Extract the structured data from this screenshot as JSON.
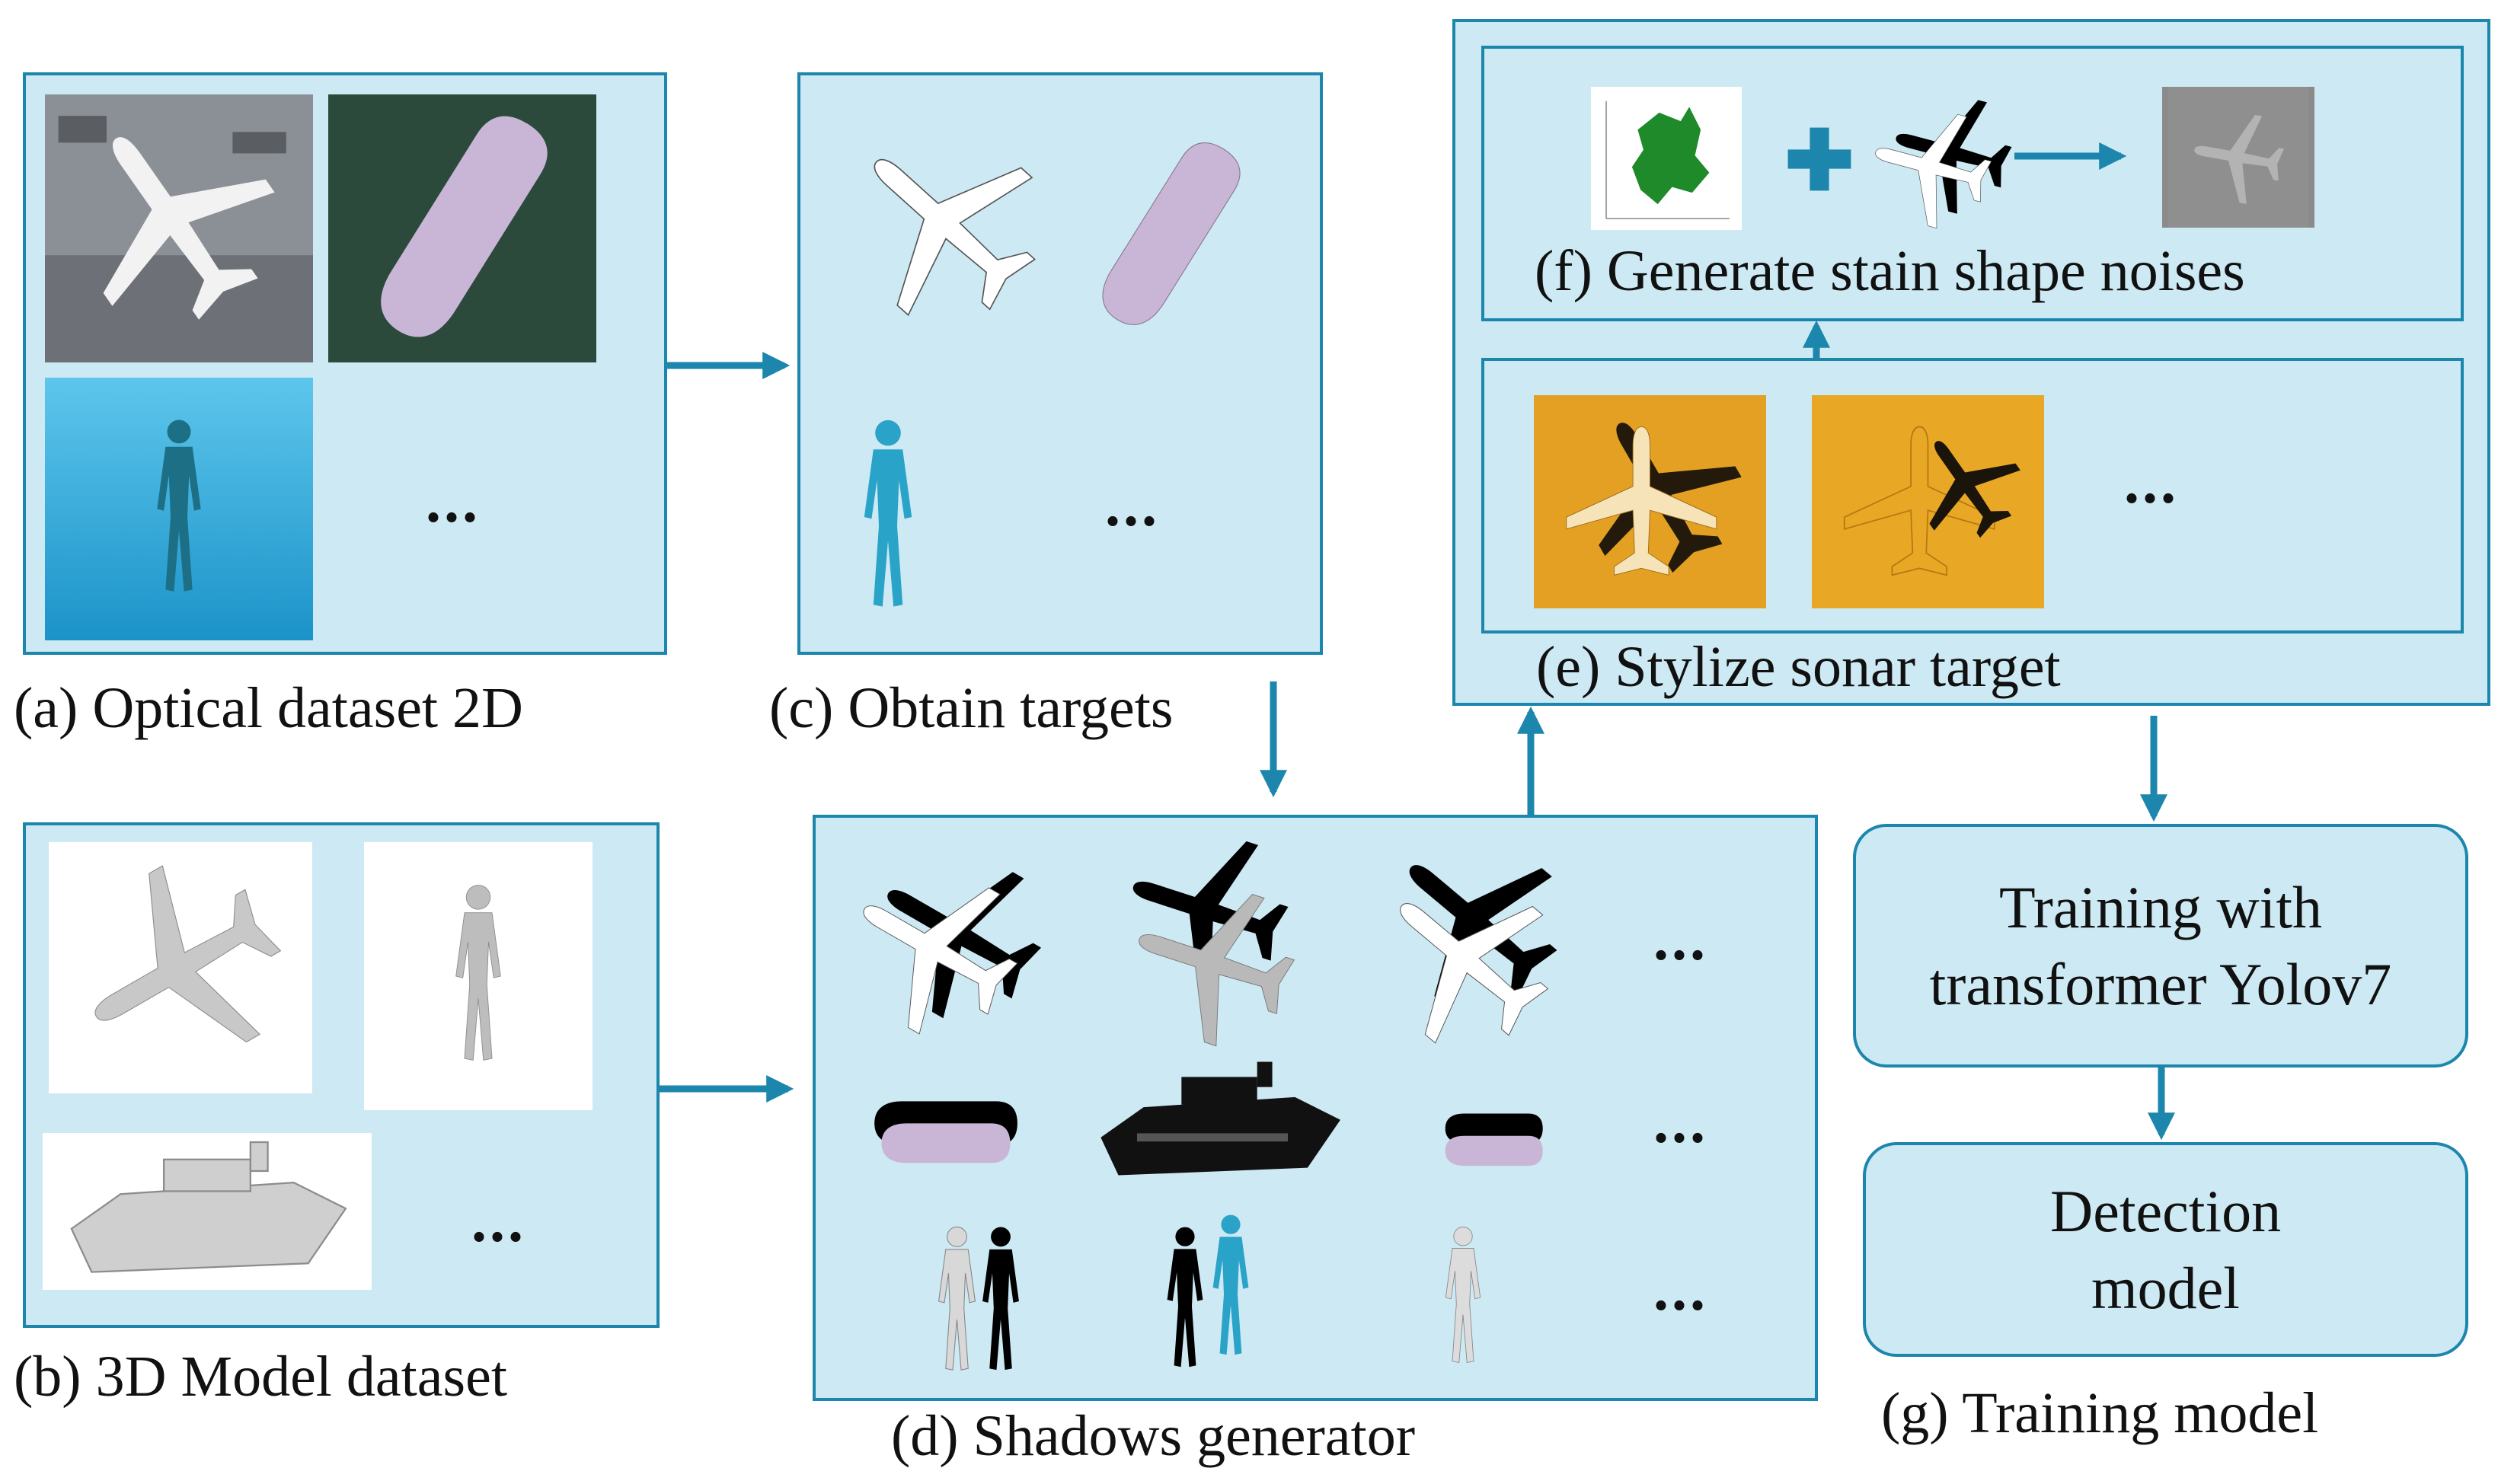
{
  "labels": {
    "a": "(a) Optical dataset 2D",
    "b": "(b) 3D Model dataset",
    "c": "(c) Obtain targets",
    "d": "(d) Shadows generator",
    "e": "(e) Stylize sonar target",
    "f": "(f) Generate stain shape noises",
    "g": "(g) Training model"
  },
  "boxes": {
    "training_line1": "Training with",
    "training_line2": "transformer Yolov7",
    "detection_line1": "Detection",
    "detection_line2": "model"
  },
  "ellipsis": "...",
  "colors": {
    "panel_fill": "#cde9f3",
    "border": "#1c86ad",
    "arrow": "#1c86ad",
    "sonar": "#e3a023"
  }
}
